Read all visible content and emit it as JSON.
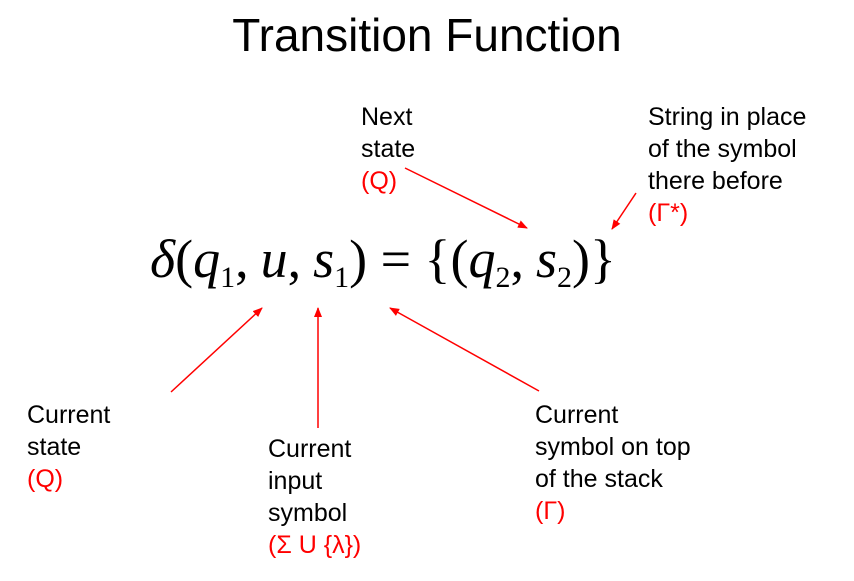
{
  "title": "Transition Function",
  "formula": {
    "delta": "δ",
    "open": "(",
    "q1": "q",
    "q1_sub": "1",
    "comma1": ",",
    "u": "u",
    "comma2": ",",
    "s1": "s",
    "s1_sub": "1",
    "close_eq": ") = {(",
    "q2": "q",
    "q2_sub": "2",
    "comma3": ",",
    "s2": "s",
    "s2_sub": "2",
    "close": ")}"
  },
  "labels": {
    "next_state": {
      "lines": [
        "Next",
        "state"
      ],
      "set": "(Q)"
    },
    "replacement_string": {
      "lines": [
        "String in place",
        "of the symbol",
        "there before"
      ],
      "set": "(Γ*)"
    },
    "current_state": {
      "lines": [
        "Current",
        "state"
      ],
      "set": "(Q)"
    },
    "current_input": {
      "lines": [
        "Current",
        "input",
        "symbol"
      ],
      "set": "(Σ U {λ})"
    },
    "current_stack_symbol": {
      "lines": [
        "Current",
        "symbol on top",
        "of the stack"
      ],
      "set": "(Γ)"
    }
  },
  "colors": {
    "annotation": "#ff0000",
    "text": "#000000",
    "arrow": "#ff0000"
  }
}
